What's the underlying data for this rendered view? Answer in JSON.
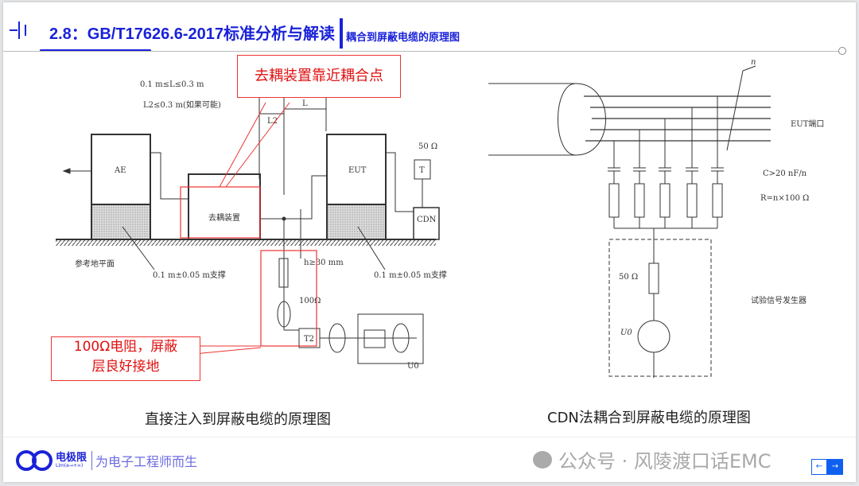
{
  "header": {
    "title": "2.8：GB/T17626.6-2017标准分析与解读",
    "subtitle": "耦合到屏蔽电缆的原理图"
  },
  "left_diagram": {
    "cond1": "0.1 m≤L≤0.3 m",
    "cond2": "L2≤0.3 m(如果可能)",
    "L2": "L2",
    "L": "L",
    "AE": "AE",
    "decoupler": "去耦装置",
    "EUT": "EUT",
    "T": "T",
    "ohm50": "50 Ω",
    "CDN": "CDN",
    "ground": "参考地平面",
    "support1": "0.1 m±0.05 m支撑",
    "support2": "0.1 m±0.05 m支撑",
    "h": "h≥30 mm",
    "r100": "100Ω",
    "T2": "T2",
    "U0": "U0",
    "callout1": "去耦装置靠近耦合点",
    "callout2_l1": "100Ω电阻，屏蔽",
    "callout2_l2": "层良好接地",
    "caption": "直接注入到屏蔽电缆的原理图"
  },
  "right_diagram": {
    "n": "n",
    "eut_port": "EUT端口",
    "cap": "C>20 nF/n",
    "res": "R=n×100 Ω",
    "ohm50": "50 Ω",
    "gen": "试验信号发生器",
    "U0": "U0",
    "caption": "CDN法耦合到屏蔽电缆的原理图"
  },
  "footer": {
    "logo": "电极限",
    "logo_sub": "Lim(e→+∞)",
    "slogan": "为电子工程师而生",
    "watermark": "公众号 · 风陵渡口话EMC",
    "prev": "←",
    "next": "→"
  }
}
